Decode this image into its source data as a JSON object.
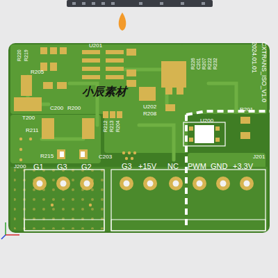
{
  "diagram": {
    "labels": [
      "R220",
      "R219",
      "U201",
      "R205",
      "T200",
      "C200",
      "R200",
      "R211",
      "R215",
      "C203",
      "R212",
      "R213",
      "R204",
      "U202",
      "R208",
      "R226",
      "C201",
      "R207",
      "R222",
      "R232",
      "U200",
      "R201",
      "J201",
      "J200",
      "G1",
      "G3",
      "G2",
      "G3",
      "+15V",
      "NC",
      "PWM",
      "GND",
      "+3.3V",
      "2024.01.01",
      "CXTRANS_ISO_V1.0",
      "小辰素材"
    ]
  }
}
